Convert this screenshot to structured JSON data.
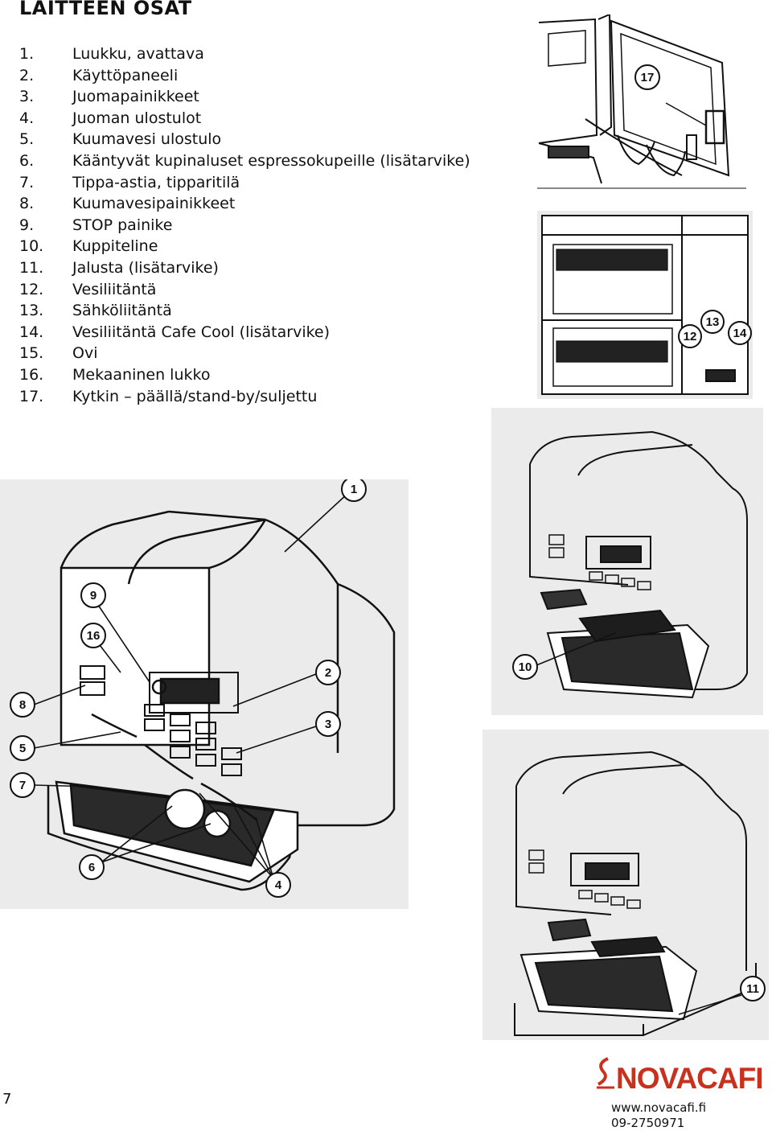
{
  "title": "LAITTEEN OSAT",
  "parts": [
    {
      "num": "1.",
      "label": "Luukku, avattava"
    },
    {
      "num": "2.",
      "label": "Käyttöpaneeli"
    },
    {
      "num": "3.",
      "label": "Juomapainikkeet"
    },
    {
      "num": "4.",
      "label": "Juoman ulostulot"
    },
    {
      "num": "5.",
      "label": "Kuumavesi ulostulo"
    },
    {
      "num": "6.",
      "label": "Kääntyvät kupinaluset espressokupeille (lisätarvike)"
    },
    {
      "num": "7.",
      "label": "Tippa-astia, tipparitilä"
    },
    {
      "num": "8.",
      "label": "Kuumavesipainikkeet"
    },
    {
      "num": "9.",
      "label": "STOP painike"
    },
    {
      "num": "10.",
      "label": "Kuppiteline"
    },
    {
      "num": "11.",
      "label": "Jalusta (lisätarvike)"
    },
    {
      "num": "12.",
      "label": "Vesiliitäntä"
    },
    {
      "num": "13.",
      "label": "Sähköliitäntä"
    },
    {
      "num": "14.",
      "label": "Vesiliitäntä Cafe Cool (lisätarvike)"
    },
    {
      "num": "15.",
      "label": "Ovi"
    },
    {
      "num": "16.",
      "label": "Mekaaninen lukko"
    },
    {
      "num": "17.",
      "label": "Kytkin – päällä/stand-by/suljettu"
    }
  ],
  "callouts": {
    "main": [
      "1",
      "2",
      "3",
      "4",
      "5",
      "6",
      "7",
      "8",
      "9",
      "16"
    ],
    "door": [
      "17"
    ],
    "back": [
      "12",
      "13",
      "14"
    ],
    "cup": [
      "10"
    ],
    "stand": [
      "11"
    ]
  },
  "page_number": "7",
  "brand": {
    "name": "NOVACAFI",
    "color": "#c8311d"
  },
  "contact": {
    "web": "www.novacafi.fi",
    "phone": "09-2750971"
  }
}
